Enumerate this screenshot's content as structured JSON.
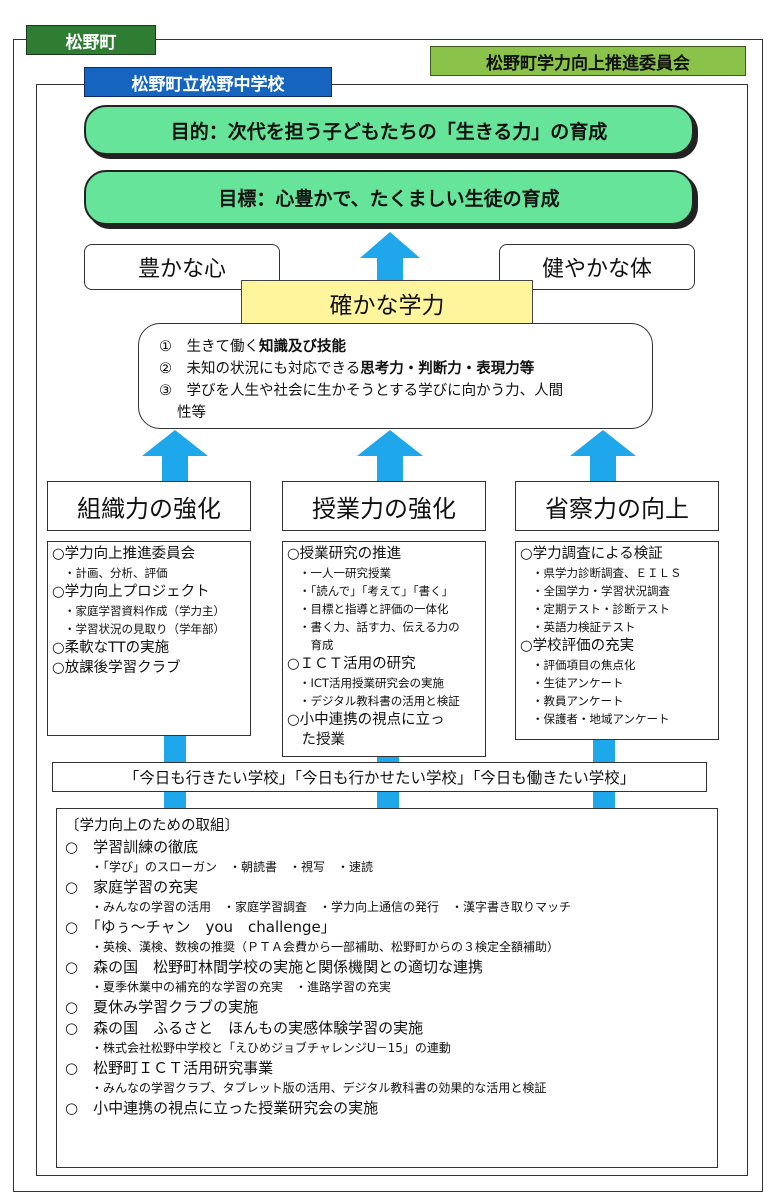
{
  "town_tag": "松野町",
  "committee_tag": "松野町学力向上推進委員会",
  "school_tag": "松野町立松野中学校",
  "purpose": "目的：次代を担う子どもたちの「生きる力」の育成",
  "goal": "目標：心豊かで、たくましい生徒の育成",
  "heart": "豊かな心",
  "body": "健やかな体",
  "academic": "確かな学力",
  "abilities": [
    {
      "num": "①",
      "pre": "生きて働く",
      "bold": "知識及び技能",
      "post": ""
    },
    {
      "num": "②",
      "pre": "未知の状況にも対応できる",
      "bold": "思考力・判断力・表現力等",
      "post": ""
    },
    {
      "num": "③",
      "pre": "学びを人生や社会に生かそうとする学びに向かう力、人間",
      "bold": "",
      "post": ""
    }
  ],
  "abilities_tail": "性等",
  "pillars": [
    {
      "title": "組織力の強化",
      "items": [
        {
          "t": "h",
          "text": "○学力向上推進委員会"
        },
        {
          "t": "s",
          "text": "・計画、分析、評価"
        },
        {
          "t": "h",
          "text": "○学力向上プロジェクト"
        },
        {
          "t": "s",
          "text": "・家庭学習資料作成（学力主）"
        },
        {
          "t": "s",
          "text": "・学習状況の見取り（学年部）"
        },
        {
          "t": "h",
          "text": "○柔軟なTTの実施"
        },
        {
          "t": "h",
          "text": "○放課後学習クラブ"
        }
      ]
    },
    {
      "title": "授業力の強化",
      "items": [
        {
          "t": "h",
          "text": "○授業研究の推進"
        },
        {
          "t": "s",
          "text": "・一人一研究授業"
        },
        {
          "t": "s",
          "text": "・「読んで」「考えて」「書く」"
        },
        {
          "t": "s",
          "text": "・目標と指導と評価の一体化"
        },
        {
          "t": "s",
          "text": "・書く力、話す力、伝える力の"
        },
        {
          "t": "s",
          "text": "　育成"
        },
        {
          "t": "h",
          "text": "○ＩＣＴ活用の研究"
        },
        {
          "t": "s",
          "text": "・ICT活用授業研究会の実施"
        },
        {
          "t": "s",
          "text": "・デジタル教科書の活用と検証"
        },
        {
          "t": "h",
          "text": "○小中連携の視点に立っ"
        },
        {
          "t": "h",
          "text": "　た授業"
        }
      ]
    },
    {
      "title": "省察力の向上",
      "items": [
        {
          "t": "h",
          "text": "○学力調査による検証"
        },
        {
          "t": "s",
          "text": "・県学力診断調査、ＥＩＬＳ"
        },
        {
          "t": "s",
          "text": "・全国学力・学習状況調査"
        },
        {
          "t": "s",
          "text": "・定期テスト・診断テスト"
        },
        {
          "t": "s",
          "text": "・英語力検証テスト"
        },
        {
          "t": "h",
          "text": "○学校評価の充実"
        },
        {
          "t": "s",
          "text": "・評価項目の焦点化"
        },
        {
          "t": "s",
          "text": "・生徒アンケート"
        },
        {
          "t": "s",
          "text": "・教員アンケート"
        },
        {
          "t": "s",
          "text": "・保護者・地域アンケート"
        }
      ]
    }
  ],
  "slogan": "「今日も行きたい学校」「今日も行かせたい学校」「今日も働きたい学校」",
  "torikumi_title": "〔学力向上のための取組〕",
  "torikumi": [
    {
      "t": "h",
      "text": "○　学習訓練の徹底"
    },
    {
      "t": "s",
      "text": "・「学び」のスローガン　・朝読書　・視写　・速読"
    },
    {
      "t": "h",
      "text": "○　家庭学習の充実"
    },
    {
      "t": "s",
      "text": "・みんなの学習の活用　・家庭学習調査　・学力向上通信の発行　・漢字書き取りマッチ"
    },
    {
      "t": "h",
      "text": "○　「ゆぅ～チャン　you　challenge」"
    },
    {
      "t": "s",
      "text": "・英検、漢検、数検の推奨（ＰＴＡ会費から一部補助、松野町からの３検定全額補助）"
    },
    {
      "t": "h",
      "text": "○　森の国　松野町林間学校の実施と関係機関との適切な連携"
    },
    {
      "t": "s",
      "text": "・夏季休業中の補充的な学習の充実　・進路学習の充実"
    },
    {
      "t": "h",
      "text": "○　夏休み学習クラブの実施"
    },
    {
      "t": "h",
      "text": "○　森の国　ふるさと　ほんもの実感体験学習の実施"
    },
    {
      "t": "s",
      "text": "・株式会社松野中学校と「えひめジョブチャレンジU－15」の連動"
    },
    {
      "t": "h",
      "text": "○　松野町ＩＣＴ活用研究事業"
    },
    {
      "t": "s",
      "text": "・みんなの学習クラブ、タブレット版の活用、デジタル教科書の効果的な活用と検証"
    },
    {
      "t": "h",
      "text": "○　小中連携の視点に立った授業研究会の実施"
    }
  ],
  "colors": {
    "town": "#2e7d32",
    "committee": "#8bc34a",
    "school": "#1565c0",
    "pill": "#66e49a",
    "academic": "#fff59d",
    "arrow": "#1ea7ea"
  }
}
